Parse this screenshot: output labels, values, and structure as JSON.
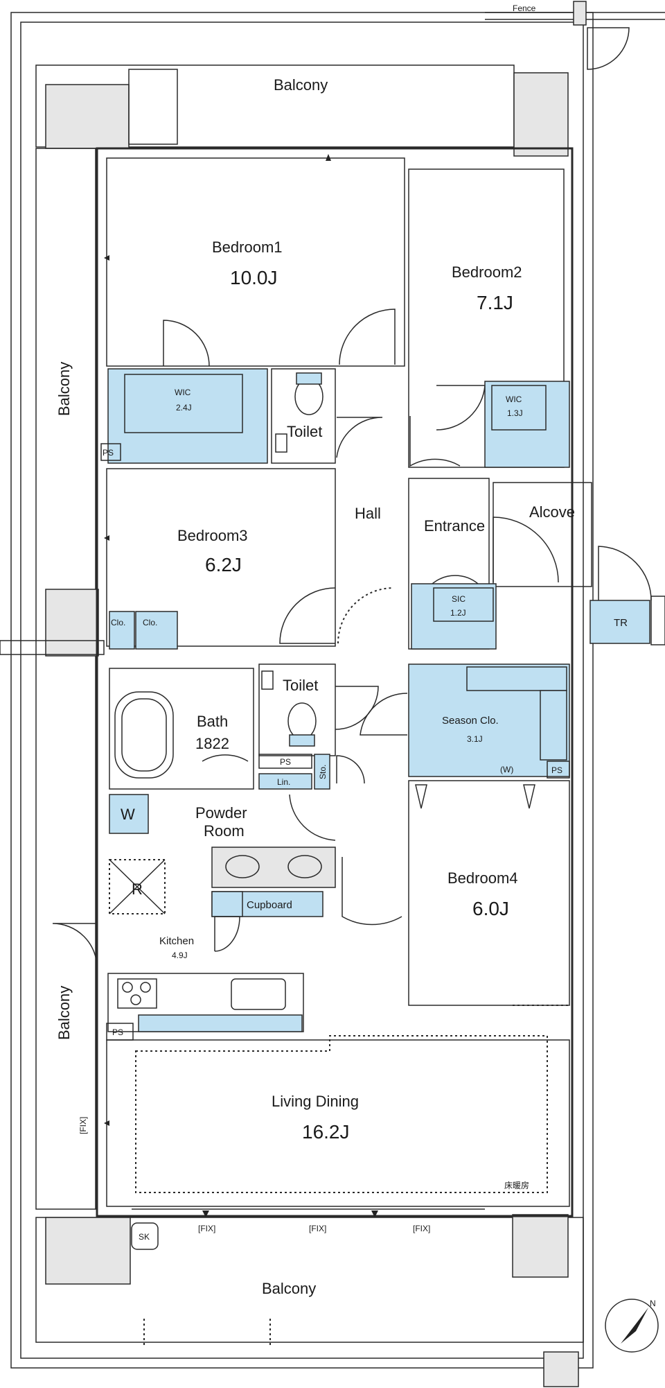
{
  "labels": {
    "fence": "Fence",
    "balcony_top": "Balcony",
    "balcony_left_upper": "Balcony",
    "balcony_left_lower": "Balcony",
    "balcony_bottom": "Balcony",
    "bedroom1": "Bedroom1",
    "bedroom1_size": "10.0J",
    "bedroom2": "Bedroom2",
    "bedroom2_size": "7.1J",
    "bedroom3": "Bedroom3",
    "bedroom3_size": "6.2J",
    "bedroom4": "Bedroom4",
    "bedroom4_size": "6.0J",
    "wic1": "WIC",
    "wic1_size": "2.4J",
    "wic2": "WIC",
    "wic2_size": "1.3J",
    "toilet_upper": "Toilet",
    "toilet_lower": "Toilet",
    "hall": "Hall",
    "entrance": "Entrance",
    "alcove": "Alcove",
    "sic": "SIC",
    "sic_size": "1.2J",
    "tr": "TR",
    "clo1": "Clo.",
    "clo2": "Clo.",
    "bath": "Bath",
    "bath_size": "1822",
    "season_clo": "Season Clo.",
    "season_clo_size": "3.1J",
    "w_mark": "(W)",
    "ps1": "PS",
    "ps2": "PS",
    "ps3": "PS",
    "ps4": "PS",
    "lin": "Lin.",
    "sto": "Sto.",
    "w_machine": "W",
    "fridge": "R",
    "powder_room_1": "Powder",
    "powder_room_2": "Room",
    "cupboard": "Cupboard",
    "kitchen": "Kitchen",
    "kitchen_size": "4.9J",
    "living_dining": "Living Dining",
    "living_dining_size": "16.2J",
    "floor_heating": "床暖房",
    "fix1": "[FIX]",
    "fix2": "[FIX]",
    "fix3": "[FIX]",
    "fix4": "[FIX]",
    "sk": "SK",
    "compass": "N"
  }
}
